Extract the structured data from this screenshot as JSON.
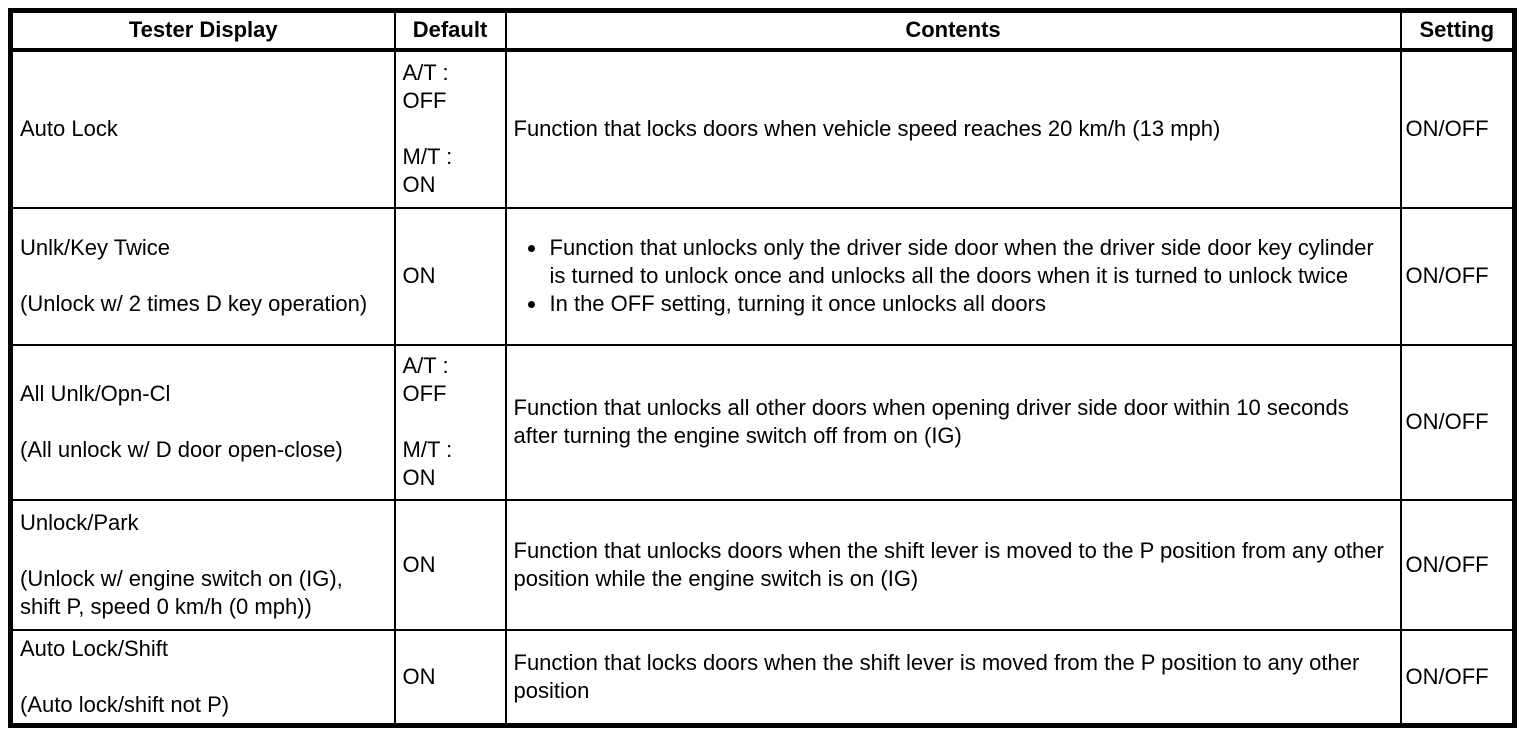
{
  "table": {
    "headers": {
      "tester_display": "Tester Display",
      "default": "Default",
      "contents": "Contents",
      "setting": "Setting"
    },
    "rows": [
      {
        "tester": "Auto Lock",
        "default": "A/T :\nOFF\n\nM/T :\nON",
        "contents": "Function that locks doors when vehicle speed reaches 20 km/h (13 mph)",
        "setting": "ON/OFF"
      },
      {
        "tester": "Unlk/Key Twice\n\n(Unlock w/ 2 times D key operation)",
        "default": "ON",
        "bullets": [
          "Function that unlocks only the driver side door when the driver side door key cylinder is turned to unlock once and unlocks all the doors when it is turned to unlock twice",
          "In the OFF setting, turning it once unlocks all doors"
        ],
        "setting": "ON/OFF"
      },
      {
        "tester": "All Unlk/Opn-Cl\n\n(All unlock w/ D door open-close)",
        "default": "A/T :\nOFF\n\nM/T :\nON",
        "contents": "Function that unlocks all other doors when opening driver side door within 10 seconds after turning the engine switch off from on (IG)",
        "setting": "ON/OFF"
      },
      {
        "tester": "Unlock/Park\n\n(Unlock w/ engine switch on (IG), shift P, speed 0 km/h (0 mph))",
        "default": "ON",
        "contents": "Function that unlocks doors when the shift lever is moved to the P position from any other position while the engine switch is on (IG)",
        "setting": "ON/OFF"
      },
      {
        "tester": "Auto Lock/Shift\n\n(Auto lock/shift not P)",
        "default": "ON",
        "contents": "Function that locks doors when the shift lever is moved from the P position to any other position",
        "setting": "ON/OFF"
      }
    ],
    "colors": {
      "border": "#000000",
      "text": "#000000",
      "background": "#ffffff"
    }
  }
}
